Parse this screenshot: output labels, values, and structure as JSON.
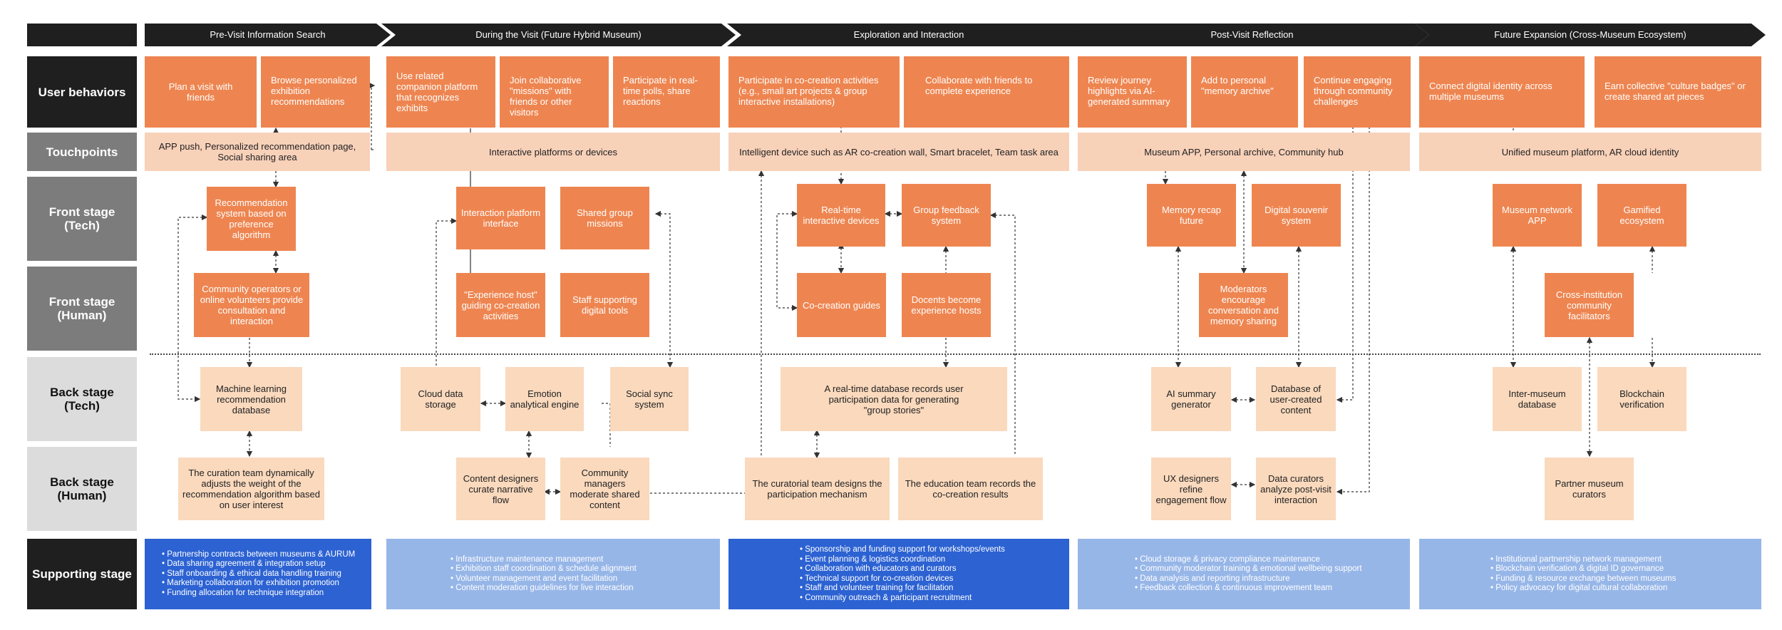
{
  "phases": [
    "Pre-Visit Information Search",
    "During the Visit (Future Hybrid Museum)",
    "Exploration and Interaction",
    "Post-Visit Reflection",
    "Future Expansion (Cross-Museum Ecosystem)"
  ],
  "row_labels": {
    "user_behaviors": "User behaviors",
    "touchpoints": "Touchpoints",
    "front_tech": "Front stage\n(Tech)",
    "front_human": "Front stage\n(Human)",
    "back_tech": "Back stage\n(Tech)",
    "back_human": "Back stage\n(Human)",
    "supporting": "Supporting stage"
  },
  "user_behaviors": {
    "p1_a": "Plan a visit with friends",
    "p1_b": "Browse personalized exhibition recommendations",
    "p2_a": "Use related companion platform that recognizes exhibits",
    "p2_b": "Join collaborative \"missions\" with friends or other visitors",
    "p2_c": "Participate in real-time polls, share reactions",
    "p3_a": "Participate in co-creation activities (e.g., small art projects & group interactive installations)",
    "p3_b": "Collaborate with friends to complete experience",
    "p4_a": "Review journey highlights via AI-generated summary",
    "p4_b": "Add to personal \"memory archive\"",
    "p4_c": "Continue engaging through community challenges",
    "p5_a": "Connect digital identity across multiple museums",
    "p5_b": "Earn collective \"culture badges\" or create shared art pieces"
  },
  "touchpoints": {
    "p1": "APP push, Personalized recommendation page, Social sharing area",
    "p2": "Interactive platforms or devices",
    "p3": "Intelligent device such as AR co-creation wall, Smart bracelet, Team task area",
    "p4": "Museum APP, Personal archive, Community hub",
    "p5": "Unified museum platform, AR cloud identity"
  },
  "front_tech": {
    "p1": "Recommendation system based on preference algorithm",
    "p2_a": "Interaction platform interface",
    "p2_b": "Shared group missions",
    "p3_a": "Real-time interactive devices",
    "p3_b": "Group feedback system",
    "p4_a": "Memory recap future",
    "p4_b": "Digital souvenir system",
    "p5_a": "Museum network APP",
    "p5_b": "Gamified ecosystem"
  },
  "front_human": {
    "p1": "Community operators or online volunteers provide consultation and interaction",
    "p2_a": "\"Experience host\" guiding co-creation activities",
    "p2_b": "Staff supporting digital tools",
    "p3_a": "Co-creation guides",
    "p3_b": "Docents become experience hosts",
    "p4": "Moderators encourage conversation and memory sharing",
    "p5": "Cross-institution community facilitators"
  },
  "back_tech": {
    "p1": "Machine learning recommendation database",
    "p2_a": "Cloud data storage",
    "p2_b": "Emotion analytical engine",
    "p2_c": "Social sync system",
    "p3": "A real-time database records user participation data for generating \"group stories\"",
    "p4_a": "AI summary generator",
    "p4_b": "Database of user-created content",
    "p5_a": "Inter-museum database",
    "p5_b": "Blockchain verification"
  },
  "back_human": {
    "p1": "The curation team dynamically adjusts the weight of the recommendation algorithm based on user interest",
    "p2_a": "Content designers curate narrative flow",
    "p2_b": "Community managers moderate shared content",
    "p3_a": "The curatorial team designs the participation mechanism",
    "p3_b": "The education team records the co-creation results",
    "p4_a": "UX designers refine engagement flow",
    "p4_b": "Data curators analyze post-visit interaction",
    "p5": "Partner museum curators"
  },
  "supporting": {
    "p1": [
      "Partnership contracts between museums & AURUM",
      "Data sharing agreement & integration setup",
      "Staff onboarding & ethical data handling training",
      "Marketing collaboration for exhibition promotion",
      "Funding allocation for technique integration"
    ],
    "p2": [
      "Infrastructure maintenance management",
      "Exhibition staff coordination & schedule alignment",
      "Volunteer management and event facilitation",
      "Content moderation guidelines for live interaction"
    ],
    "p3": [
      "Sponsorship and funding support for workshops/events",
      "Event planning & logistics coordination",
      "Collaboration with educators and curators",
      "Technical support for co-creation devices",
      "Staff and volunteer training for facilitation",
      "Community outreach & participant recruitment"
    ],
    "p4": [
      "Cloud storage & privacy compliance maintenance",
      "Community moderator training & emotional wellbeing support",
      "Data analysis and reporting infrastructure",
      "Feedback collection & continuous improvement team"
    ],
    "p5": [
      "Institutional partnership network management",
      "Blockchain verification & digital ID governance",
      "Funding & resource exchange between museums",
      "Policy advocacy for digital cultural collaboration"
    ]
  },
  "colors": {
    "header": "#1f1f1f",
    "user_behavior": "#ee8550",
    "touchpoint": "#f8d1b9",
    "back_stage": "#fad9bd",
    "support_dark": "#2c62d2",
    "support_light": "#97b6e8"
  }
}
